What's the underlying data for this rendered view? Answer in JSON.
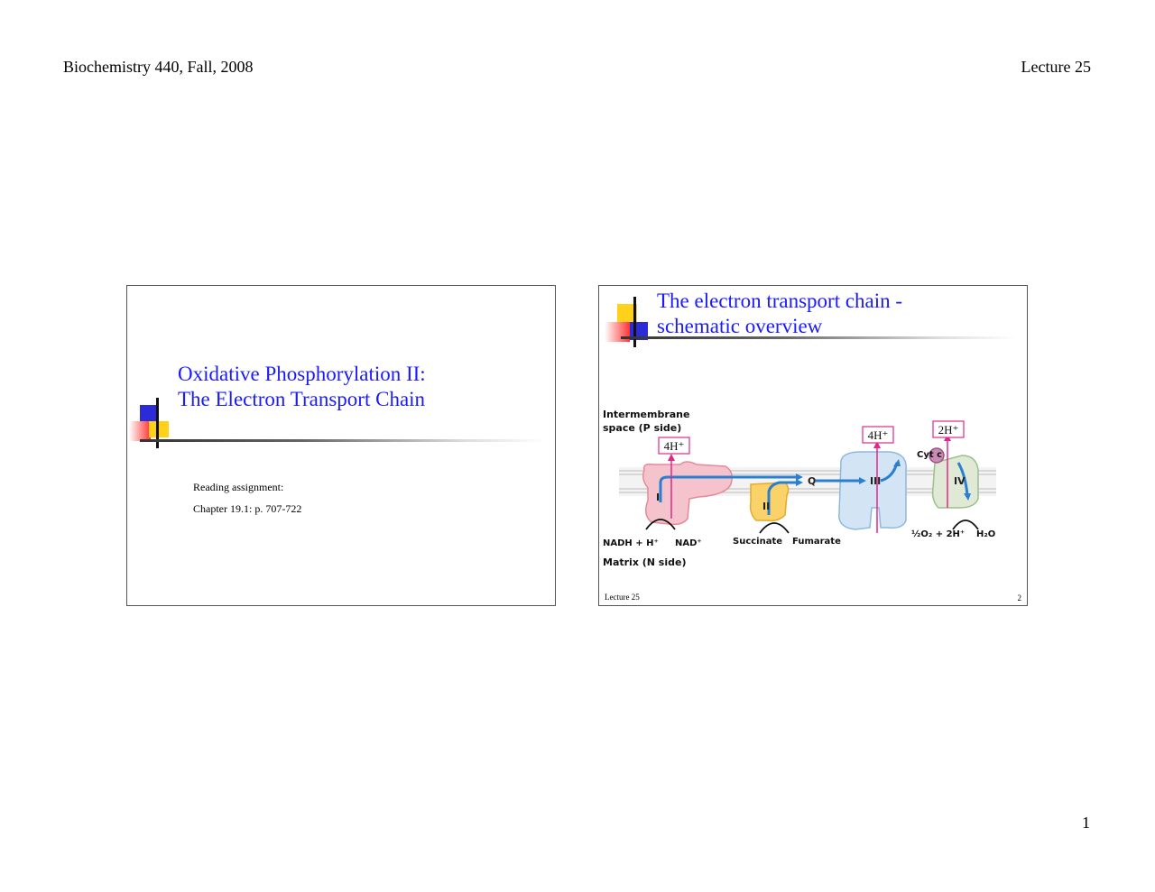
{
  "page": {
    "header_left": "Biochemistry 440, Fall, 2008",
    "header_right": "Lecture 25",
    "page_number": "1"
  },
  "slide1": {
    "title_line1": "Oxidative Phosphorylation II:",
    "title_line2": "The Electron Transport Chain",
    "reading_label": "Reading assignment:",
    "reading_chapter": "Chapter 19.1: p. 707-722"
  },
  "slide2": {
    "title_line1": "The electron transport chain -",
    "title_line2": "schematic overview",
    "footer_left": "Lecture 25",
    "footer_right": "2",
    "diagram": {
      "intermembrane_line1": "Intermembrane",
      "intermembrane_line2": "space (P side)",
      "matrix_label": "Matrix (N side)",
      "complex_I": "I",
      "complex_II": "II",
      "complex_III": "III",
      "complex_IV": "IV",
      "q_label": "Q",
      "cytc_label": "Cyt c",
      "proton_I": "4H⁺",
      "proton_III": "4H⁺",
      "proton_IV": "2H⁺",
      "nadh": "NADH + H⁺",
      "nad": "NAD⁺",
      "succinate": "Succinate",
      "fumarate": "Fumarate",
      "oxygen": "½O₂ + 2H⁺",
      "water": "H₂O"
    }
  },
  "colors": {
    "title_blue": "#1a1aff",
    "deco_blue": "#2b2bd9",
    "deco_red": "#ff3333",
    "deco_yellow": "#ffd11a",
    "proton_magenta": "#e0288c",
    "arrow_blue": "#2a7fd0"
  }
}
